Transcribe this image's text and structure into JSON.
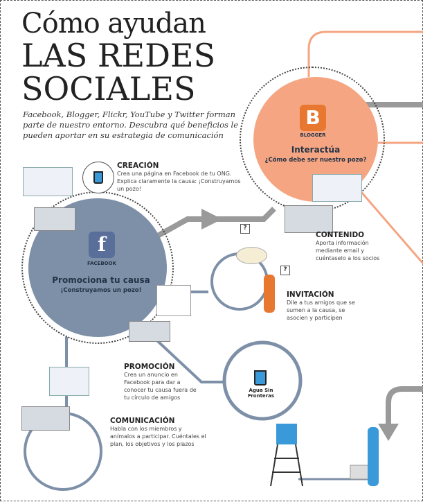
{
  "title": {
    "line1": "Cómo ayudan",
    "line2": "LAS REDES",
    "line3": "SOCIALES"
  },
  "subtitle": "Facebook, Blogger, Flickr, YouTube y Twitter forman parte de nuestro entorno. Descubra qué beneficios le pueden aportar en su estrategia de comunicación",
  "colors": {
    "orange": "#f5a582",
    "blue": "#7d90a8",
    "line_grey": "#9a9a9a"
  },
  "blogger": {
    "logo": "B",
    "label": "BLOGGER",
    "title": "Interactúa",
    "subtitle": "¿Cómo debe ser nuestro pozo?"
  },
  "facebook": {
    "logo": "f",
    "label": "FACEBOOK",
    "title": "Promociona tu causa",
    "subtitle": "¡Construyamos un pozo!"
  },
  "steps": [
    {
      "title": "CREACIÓN",
      "text": "Crea una página en Facebook de tu ONG. Explica claramente la causa: ¡Construyamos un pozo!"
    },
    {
      "title": "CONTENIDO",
      "text": "Aporta información mediante email y cuéntaselo a los socios"
    },
    {
      "title": "INVITACIÓN",
      "text": "Dile a tus amigos que se sumen a la causa, se asocien y participen"
    },
    {
      "title": "PROMOCIÓN",
      "text": "Crea un anuncio en Facebook para dar a conocer tu causa fuera de tu círculo de amigos"
    },
    {
      "title": "COMUNICACIÓN",
      "text": "Habla con los miembros y anímalos a participar. Cuéntales el plan, los objetivos y los plazos"
    }
  ],
  "ngo": {
    "name": "Agua Sin Fronteras"
  },
  "bubble_glyph": "?"
}
